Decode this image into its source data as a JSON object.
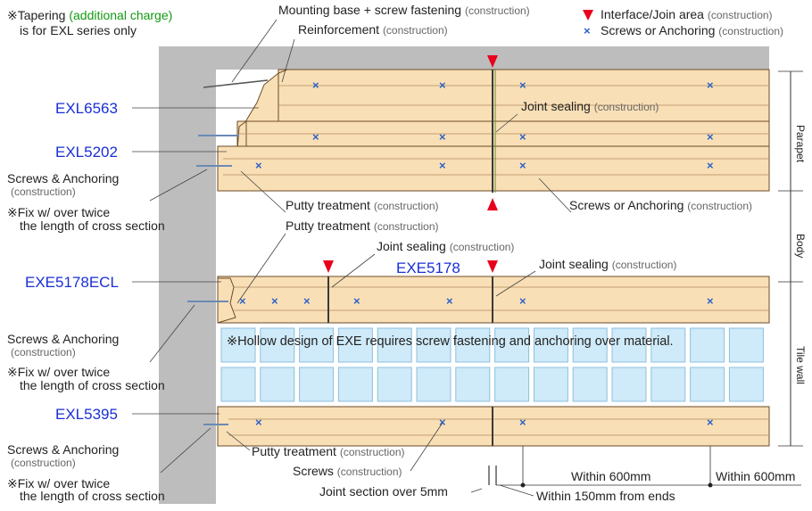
{
  "notes": {
    "tapering": [
      "※Tapering ",
      "(additional charge)",
      "is for EXL series only"
    ],
    "fix": [
      "※Fix w/ over twice",
      "the length of cross section"
    ],
    "hollow": "※Hollow design of EXE requires screw fastening and anchoring over material."
  },
  "legend": {
    "join": {
      "label": "Interface/Join area",
      "tag": "(construction)"
    },
    "screws": {
      "label": "Screws or Anchoring",
      "tag": "(construction)"
    }
  },
  "labels": {
    "mounting": {
      "text": "Mounting base + screw fastening",
      "tag": "(construction)"
    },
    "reinforcement": {
      "text": "Reinforcement",
      "tag": "(construction)"
    },
    "joint_sealing": {
      "text": "Joint sealing",
      "tag": "(construction)"
    },
    "screws_anchoring_a": {
      "text": "Screws & Anchoring",
      "tag": "(construction)"
    },
    "putty": {
      "text": "Putty treatment",
      "tag": "(construction)"
    },
    "screws_or_anchoring": {
      "text": "Screws or Anchoring",
      "tag": "(construction)"
    },
    "screws": {
      "text": "Screws",
      "tag": "(construction)"
    },
    "joint_section": "Joint section over 5mm",
    "within_150": "Within 150mm from ends",
    "within_600": "Within 600mm"
  },
  "products": {
    "exl6563": "EXL6563",
    "exl5202": "EXL5202",
    "exe5178ecl": "EXE5178ECL",
    "exe5178": "EXE5178",
    "exl5395": "EXL5395"
  },
  "zones": {
    "parapet": "Parapet",
    "body": "Body",
    "tile_wall": "Tile wall"
  },
  "marks": {
    "x": "×"
  },
  "colors": {
    "wood": "#f9dfb6",
    "wood_edge": "#6b4b26",
    "wall": "#bdbdbd",
    "red": "#e8001c",
    "blue_text": "#1a2fd6",
    "screw_mark": "#2c61c9",
    "tile": "#cfeaf8"
  }
}
